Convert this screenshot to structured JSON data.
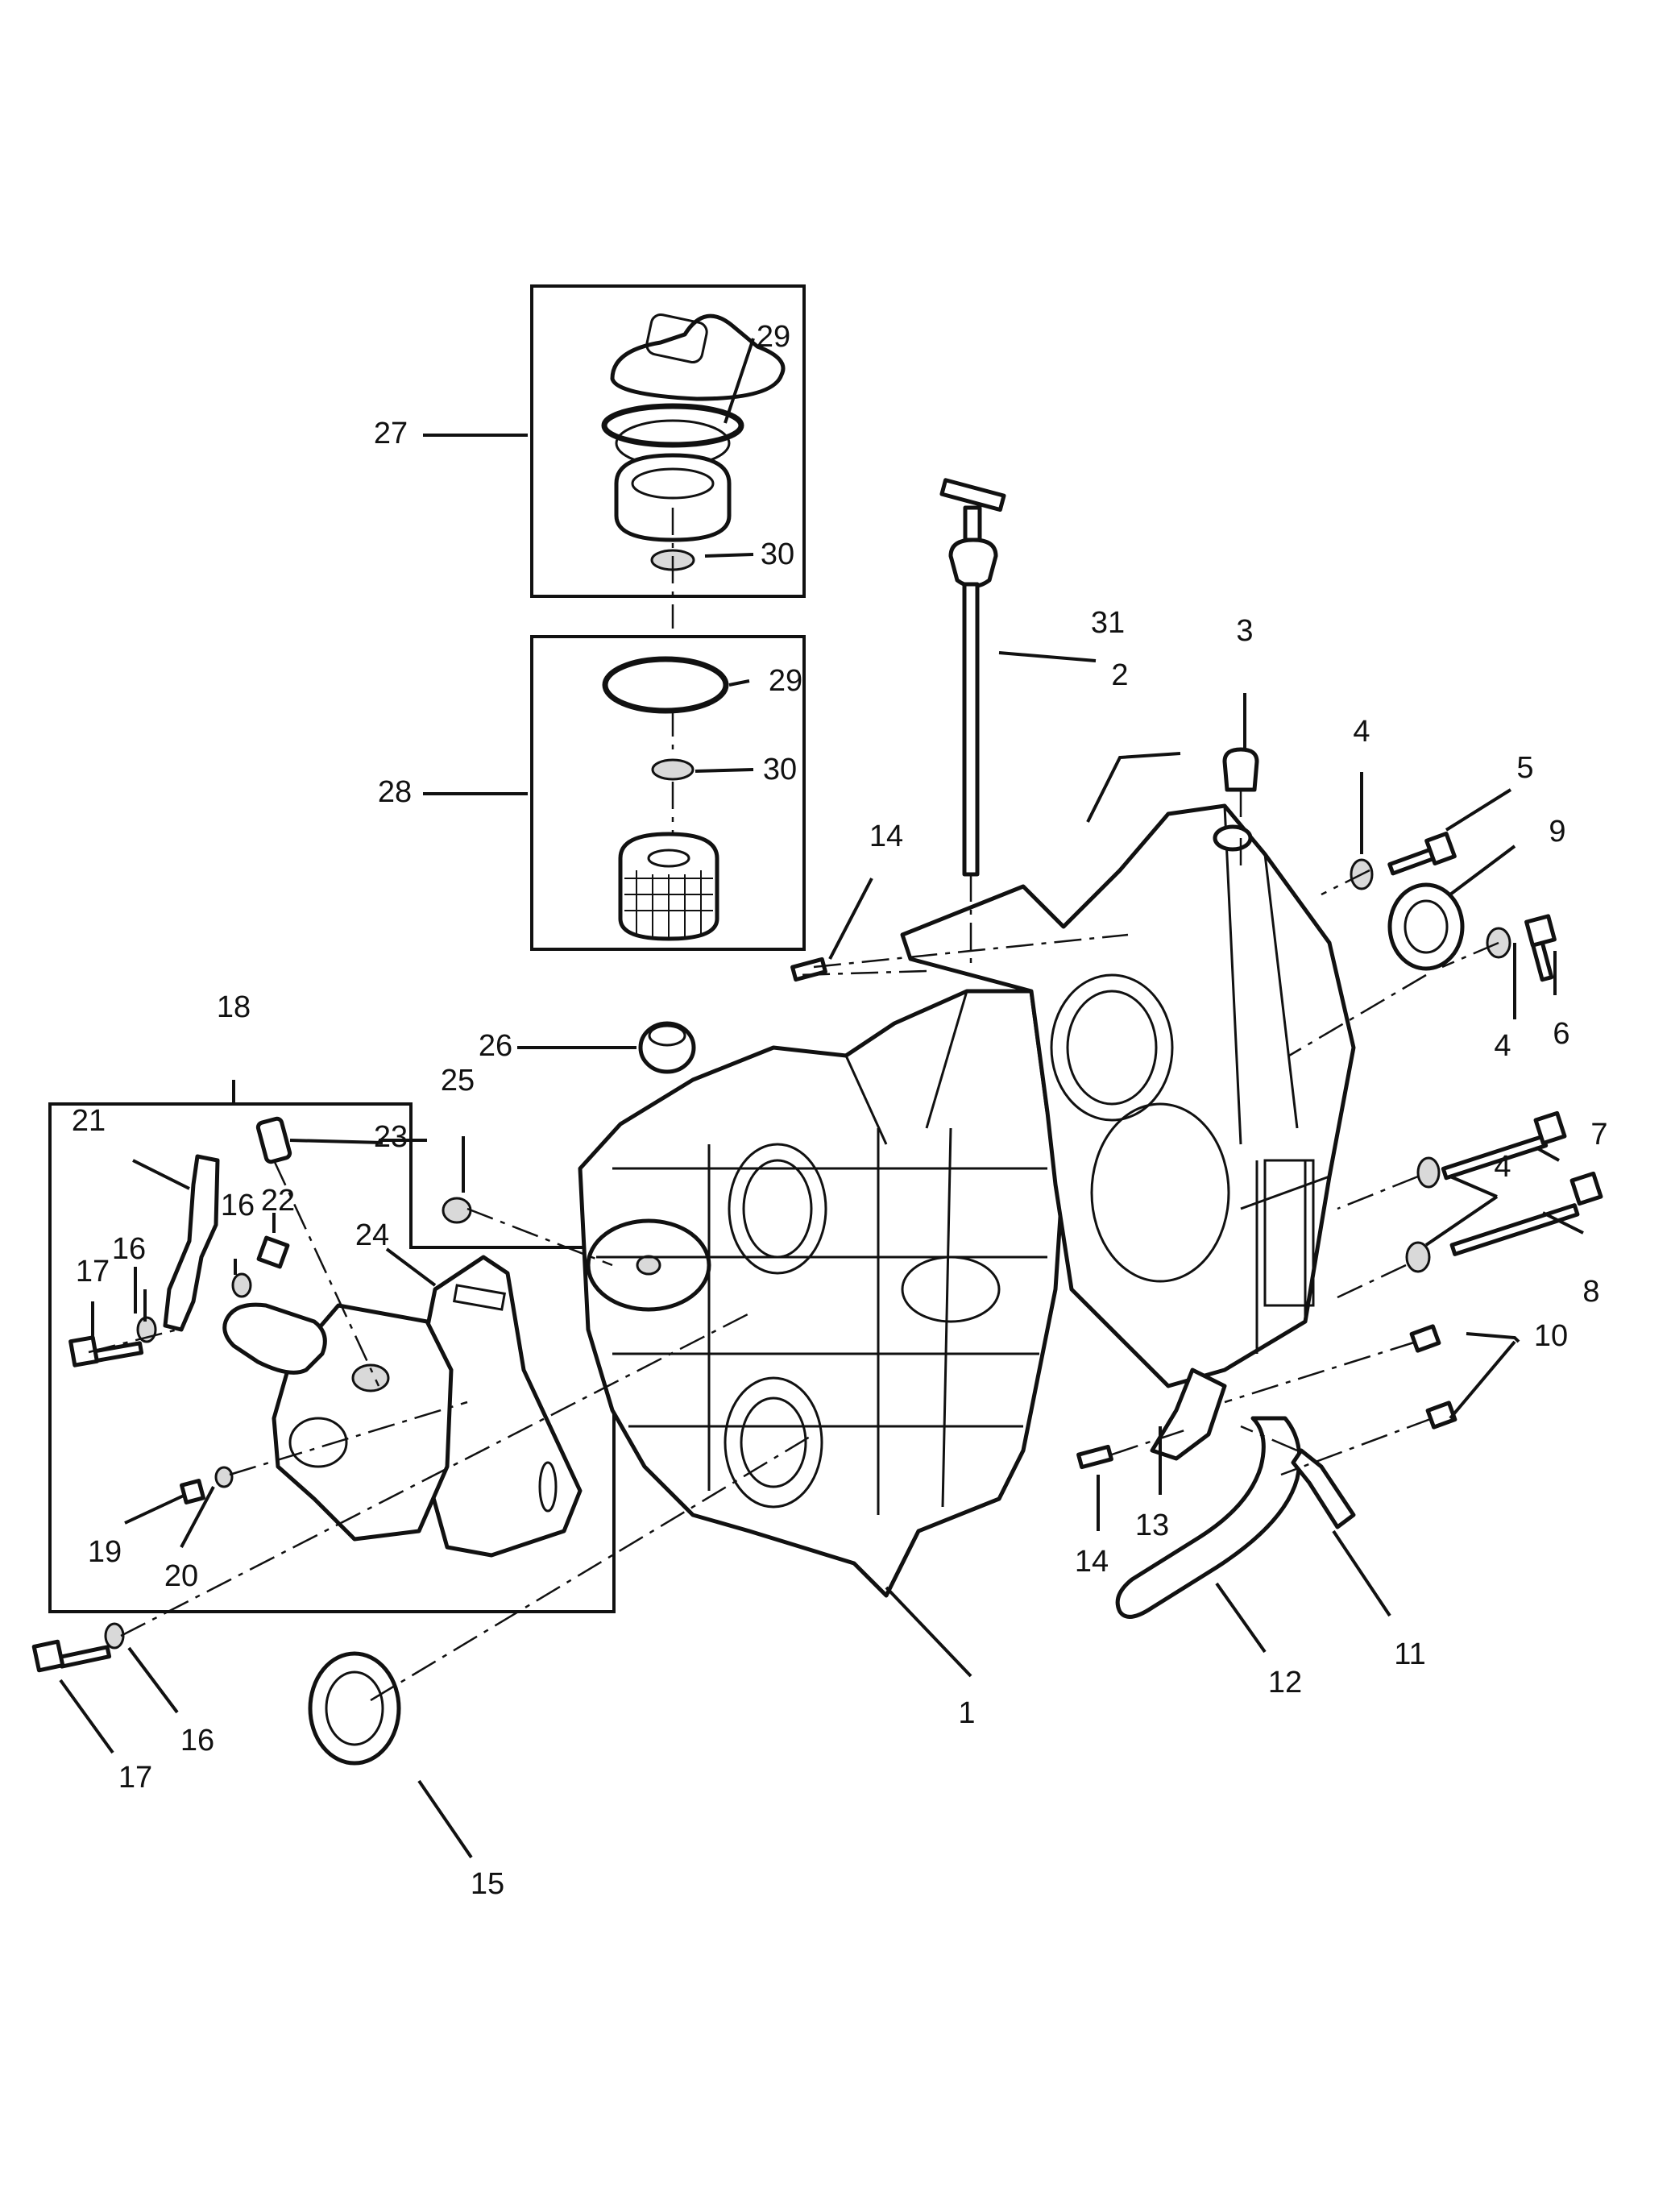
{
  "labels": {
    "l1": "1",
    "l2": "2",
    "l3": "3",
    "l4a": "4",
    "l4b": "4",
    "l4c": "4",
    "l5": "5",
    "l6": "6",
    "l7": "7",
    "l8": "8",
    "l9": "9",
    "l10": "10",
    "l11": "11",
    "l12": "12",
    "l13": "13",
    "l14a": "14",
    "l14b": "14",
    "l15": "15",
    "l16a": "16",
    "l16b": "16",
    "l16c": "16",
    "l17a": "17",
    "l17b": "17",
    "l18": "18",
    "l19": "19",
    "l20": "20",
    "l21": "21",
    "l22": "22",
    "l23": "23",
    "l24": "24",
    "l25": "25",
    "l26": "26",
    "l27": "27",
    "l28": "28",
    "l29a": "29",
    "l29b": "29",
    "l30a": "30",
    "l30b": "30",
    "l31": "31"
  }
}
